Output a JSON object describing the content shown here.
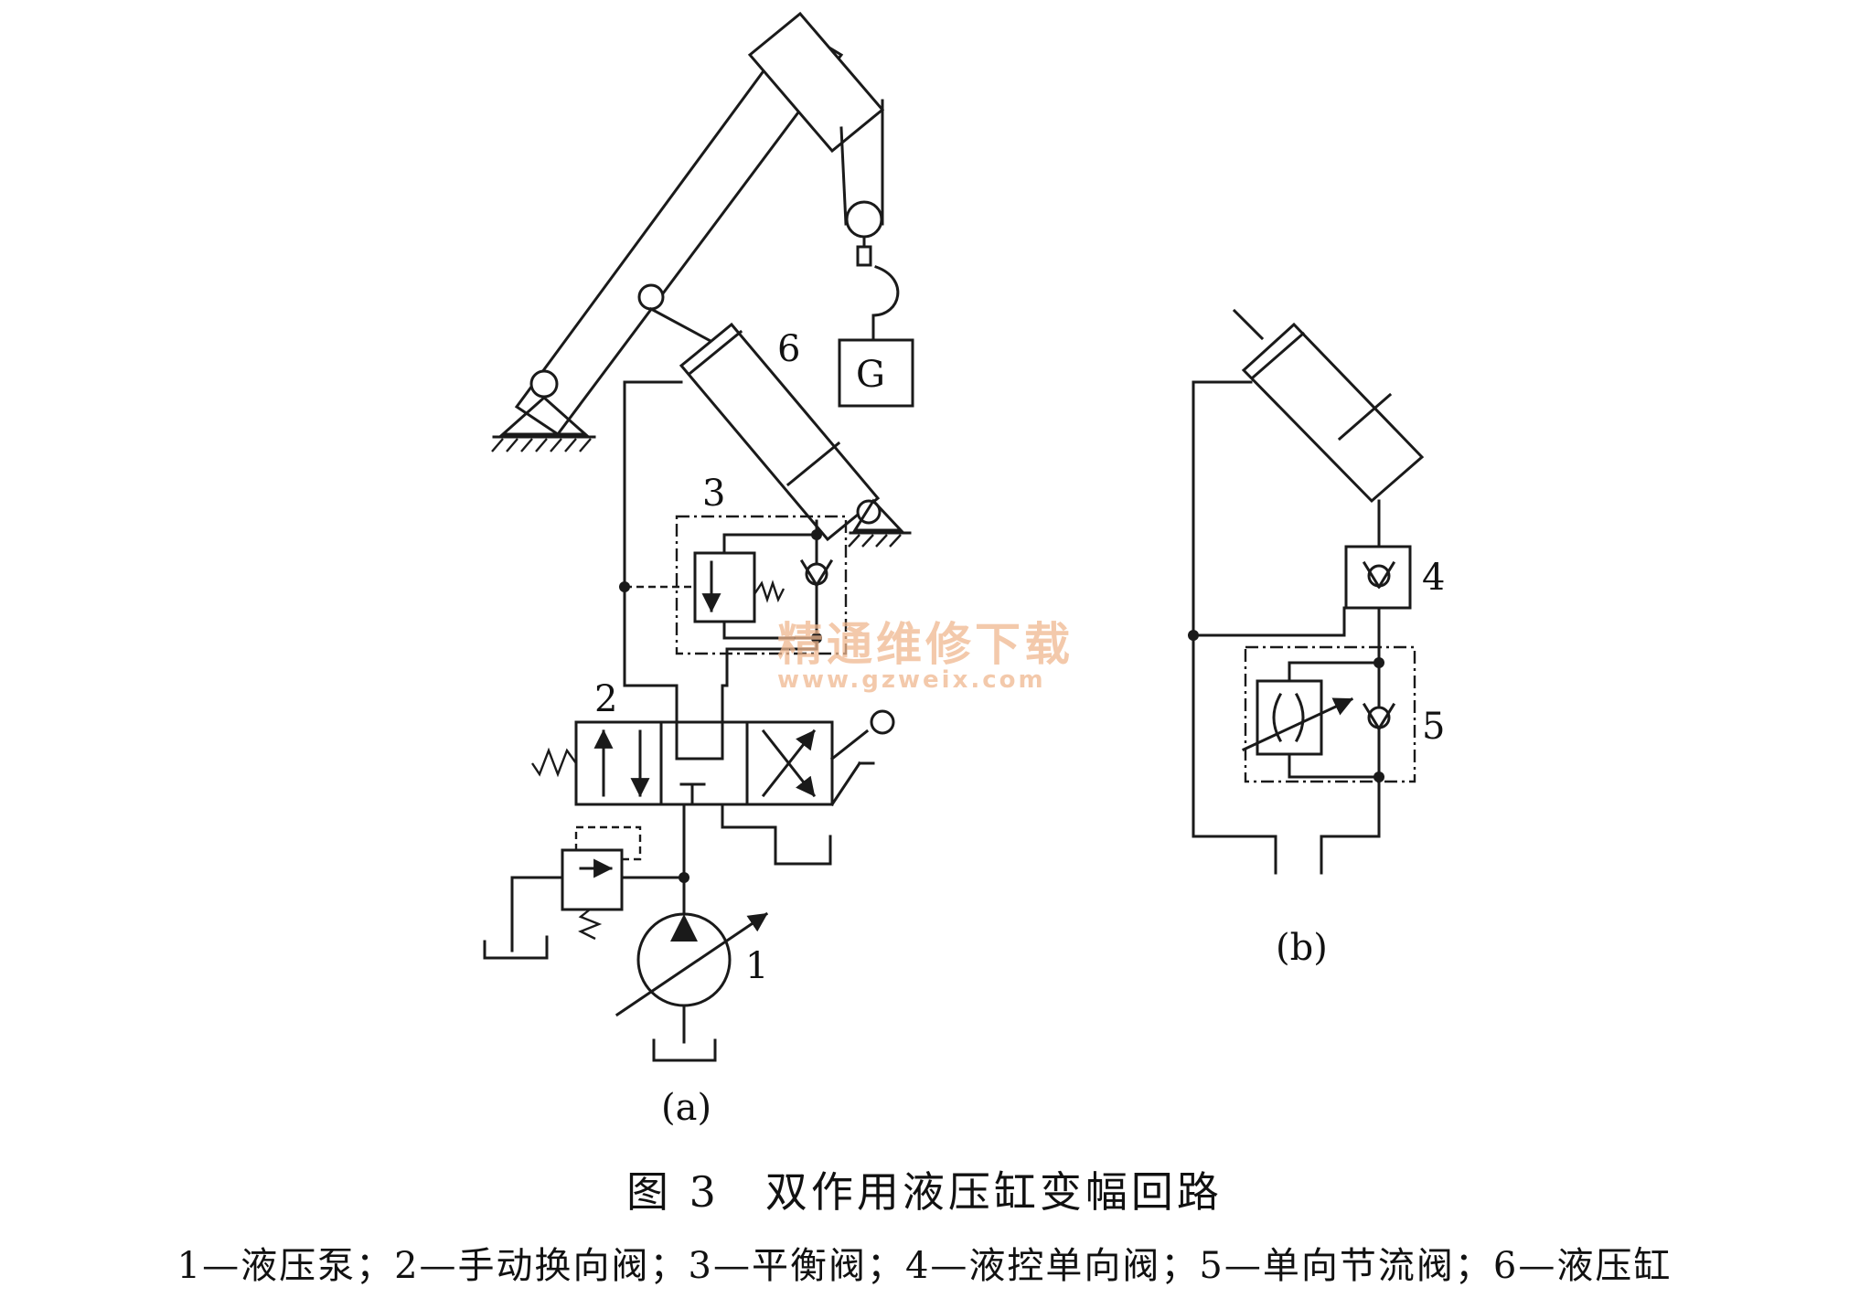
{
  "diagram": {
    "labels": {
      "pump": "1",
      "manual_valve": "2",
      "balance_valve": "3",
      "pilot_check_valve": "4",
      "throttle_check_valve": "5",
      "cylinder": "6",
      "load": "G",
      "sub_a": "(a)",
      "sub_b": "(b)"
    },
    "watermark": {
      "line1": "精通维修下载",
      "line2": "www.gzweix.com"
    },
    "caption": {
      "title": "图 3　双作用液压缸变幅回路",
      "legend": "1—液压泵；2—手动换向阀；3—平衡阀；4—液控单向阀；5—单向节流阀；6—液压缸"
    }
  }
}
